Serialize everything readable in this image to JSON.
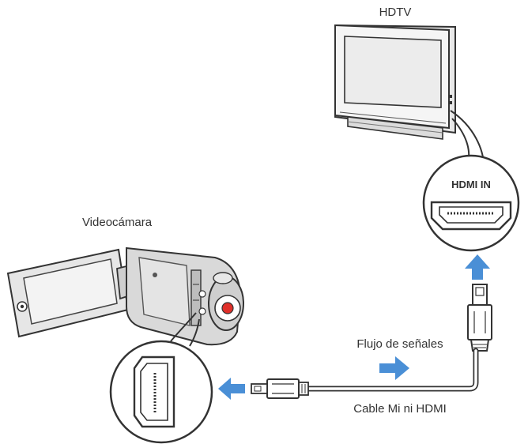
{
  "labels": {
    "tv": "HDTV",
    "camcorder": "Videocámara",
    "hdmi_in": "HDMI IN",
    "signal_flow": "Flujo de señales",
    "cable": "Cable Mi ni HDMI"
  },
  "colors": {
    "arrow": "#4a8fd6",
    "outline": "#333333",
    "screen": "#ececec",
    "body": "#d9d9d9",
    "record_button": "#e0302a"
  },
  "icons": [
    "tv-icon",
    "camcorder-icon",
    "hdmi-port-icon",
    "mini-hdmi-port-icon",
    "arrow-up-icon",
    "arrow-right-icon",
    "arrow-left-icon"
  ]
}
